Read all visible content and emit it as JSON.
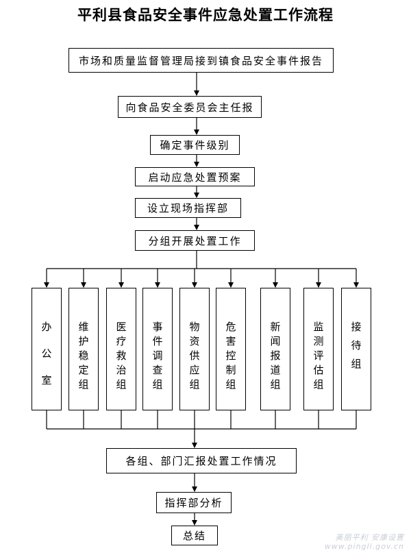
{
  "title": "平利县食品安全事件应急处置工作流程",
  "steps": [
    "市场和质量监督管理局接到镇食品安全事件报告",
    "向食品安全委员会主任报",
    "确定事件级别",
    "启动应急处置预案",
    "设立现场指挥部",
    "分组开展处置工作"
  ],
  "groups": [
    "办公室",
    "维护稳定组",
    "医疗救治组",
    "事件调查组",
    "物资供应组",
    "危害控制组",
    "新闻报道组",
    "监测评估组",
    "接待组"
  ],
  "after_steps": [
    "各组、部门汇报处置工作情况",
    "指挥部分析",
    "总结"
  ],
  "footer": {
    "line1": "美丽平利 安康设置",
    "line2": "www.pingli.gov.cn"
  }
}
